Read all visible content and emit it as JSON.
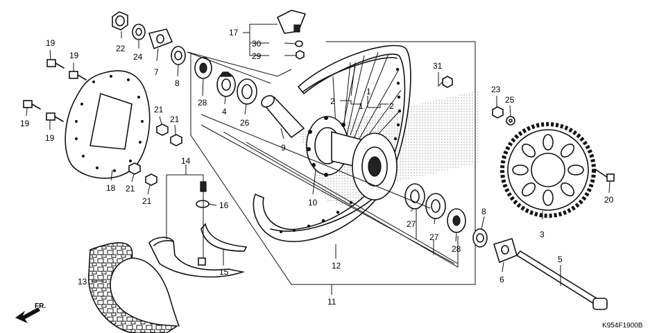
{
  "diagram": {
    "code": "K954F1900B",
    "direction_label": "FR."
  },
  "callouts": {
    "c1a": "1",
    "c1b": "1",
    "c2a": "2",
    "c2b": "2",
    "c3": "3",
    "c4": "4",
    "c5": "5",
    "c6": "6",
    "c7": "7",
    "c8a": "8",
    "c8b": "8",
    "c9": "9",
    "c10": "10",
    "c11": "11",
    "c12": "12",
    "c13": "13",
    "c14": "14",
    "c15": "15",
    "c16": "16",
    "c17": "17",
    "c18": "18",
    "c19a": "19",
    "c19b": "19",
    "c19c": "19",
    "c19d": "19",
    "c20": "20",
    "c21a": "21",
    "c21b": "21",
    "c21c": "21",
    "c21d": "21",
    "c22": "22",
    "c23": "23",
    "c24": "24",
    "c25": "25",
    "c26": "26",
    "c27a": "27",
    "c27b": "27",
    "c28a": "28",
    "c28b": "28",
    "c29": "29",
    "c30": "30",
    "c31": "31"
  }
}
